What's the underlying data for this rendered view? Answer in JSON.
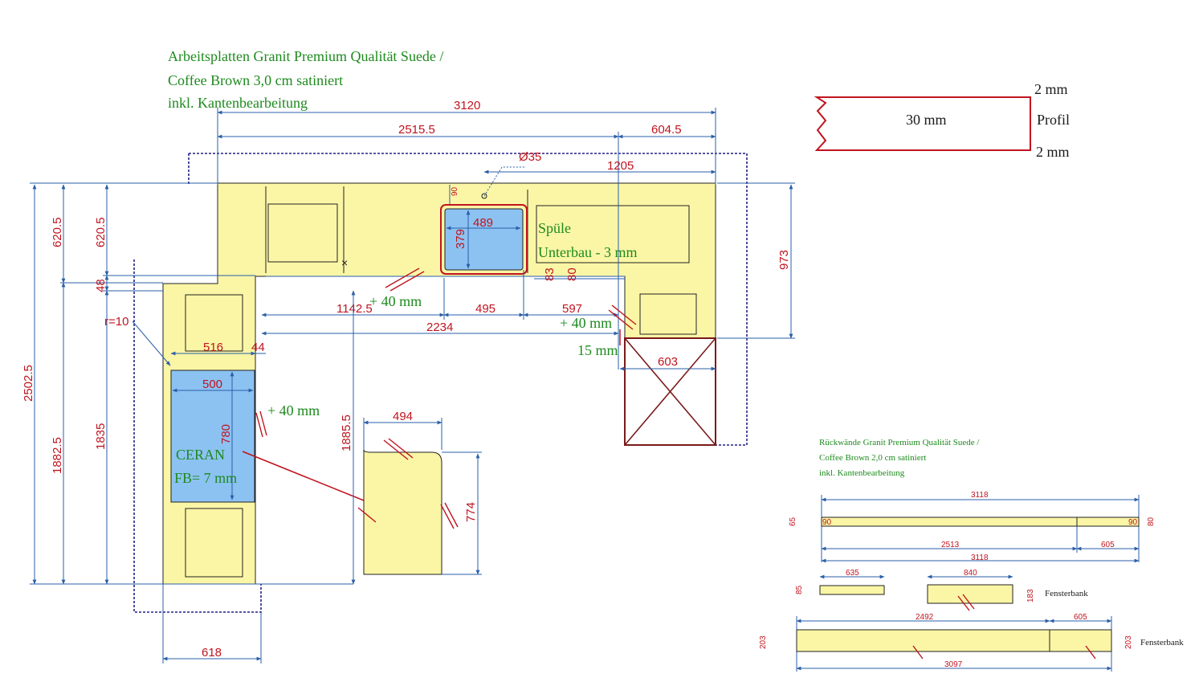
{
  "header": {
    "line1": "Arbeitsplatten Granit Premium Qualität Suede /",
    "line2": "Coffee Brown 3,0 cm satiniert",
    "line3": "inkl. Kantenbearbeitung"
  },
  "profile": {
    "top": "2 mm",
    "center": "30 mm",
    "right": "Profil",
    "bottom": "2 mm"
  },
  "top_dims": {
    "total": "3120",
    "left": "2515.5",
    "right": "604.5",
    "d35": "Ø35",
    "d1205": "1205",
    "d90": "90"
  },
  "sink": {
    "w": "489",
    "h": "379",
    "label1": "Spüle",
    "label2": "Unterbau - 3 mm",
    "d83": "83",
    "d80": "80"
  },
  "left_dims": {
    "v2502": "2502.5",
    "v620a": "620.5",
    "v620b": "620.5",
    "v48": "48",
    "v1882": "1882.5",
    "v1835": "1835",
    "r10": "r=10"
  },
  "right_dims": {
    "v973": "973",
    "w603": "603"
  },
  "mid_dims": {
    "d1142": "1142.5",
    "d495": "495",
    "d597": "597",
    "d2234": "2234",
    "plus40a": "+ 40 mm",
    "plus40b": "+ 40 mm",
    "plus40c": "+ 40 mm",
    "mm15": "15 mm"
  },
  "ceran": {
    "d516": "516",
    "d44": "44",
    "w500": "500",
    "h780": "780",
    "label1": "CERAN",
    "label2": "FB= 7 mm"
  },
  "island": {
    "w494": "494",
    "h774": "774",
    "v1885": "1885.5"
  },
  "bottom": {
    "w618": "618"
  },
  "backsplash": {
    "title1": "Rückwände Granit Premium Qualität Suede /",
    "title2": "Coffee Brown 2,0 cm satiniert",
    "title3": "inkl. Kantenbearbeitung",
    "top3118": "3118",
    "h65": "65",
    "h80": "80",
    "in90a": "90",
    "in90b": "90",
    "d2513": "2513",
    "d605a": "605",
    "bot3118": "3118",
    "d635": "635",
    "h85": "85",
    "d840": "840",
    "h183": "183",
    "fenster1": "Fensterbank",
    "d2492": "2492",
    "d605b": "605",
    "h203a": "203",
    "h203b": "203",
    "fenster2": "Fensterbank",
    "d3097": "3097"
  }
}
